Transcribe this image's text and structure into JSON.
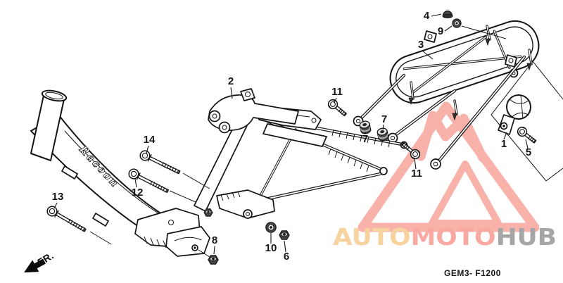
{
  "diagram": {
    "code": "GEM3- F1200",
    "direction_label": "FR.",
    "frame_logo_text": "Racoon",
    "callouts": [
      {
        "n": "1",
        "part": "reflector-assembly"
      },
      {
        "n": "2",
        "part": "frame-body-bracket"
      },
      {
        "n": "3",
        "part": "rear-carrier"
      },
      {
        "n": "4",
        "part": "cap-nut"
      },
      {
        "n": "5",
        "part": "flange-bolt"
      },
      {
        "n": "6",
        "part": "flange-nut"
      },
      {
        "n": "7",
        "part": "collar-upper"
      },
      {
        "n": "7",
        "part": "collar-lower"
      },
      {
        "n": "8",
        "part": "flange-nut"
      },
      {
        "n": "9",
        "part": "washer"
      },
      {
        "n": "10",
        "part": "washer"
      },
      {
        "n": "11",
        "part": "flange-bolt-left"
      },
      {
        "n": "11",
        "part": "flange-bolt-right"
      },
      {
        "n": "12",
        "part": "flange-bolt"
      },
      {
        "n": "13",
        "part": "flange-bolt"
      },
      {
        "n": "14",
        "part": "flange-bolt"
      }
    ]
  },
  "watermark": {
    "logo_color": "#f9b2aa",
    "brand_segments": [
      {
        "text": "AUTO",
        "color": "#f7d3a0"
      },
      {
        "text": "MOTO",
        "color": "#f9a9a1"
      },
      {
        "text": "HUB",
        "color": "#a6a6a6"
      }
    ]
  },
  "colors": {
    "line": "#141414",
    "background": "#ffffff"
  }
}
